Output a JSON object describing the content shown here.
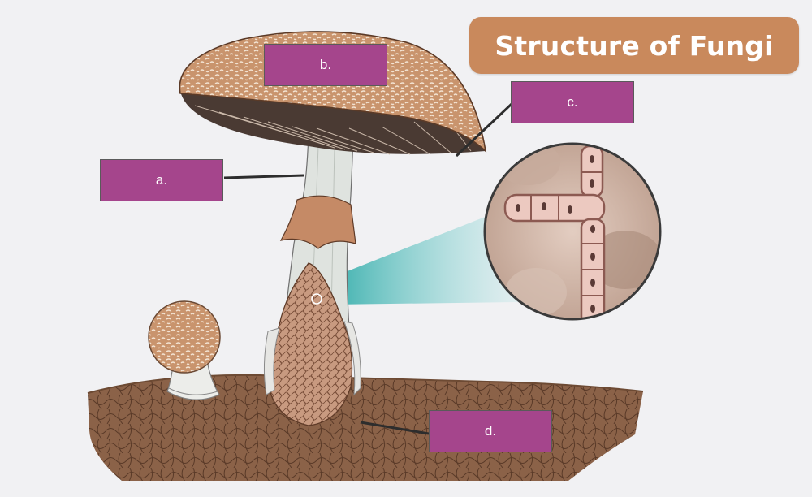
{
  "title": "Structure of Fungi",
  "labels": {
    "a": "a.",
    "b": "b.",
    "c": "c.",
    "d": "d."
  },
  "colors": {
    "label_box": "#a5458c",
    "title_banner": "#c9895c",
    "cap": "#c9946d",
    "stalk": "#dfe3df",
    "soil": "#8b6248",
    "hypha_cell": "#ecc9c0",
    "highlight": "#4cc2c0"
  },
  "icons": {
    "mushroom": "mushroom-illustration",
    "button_mushroom": "button-mushroom-illustration",
    "hyphae_magnifier": "magnified-hyphae-illustration"
  }
}
